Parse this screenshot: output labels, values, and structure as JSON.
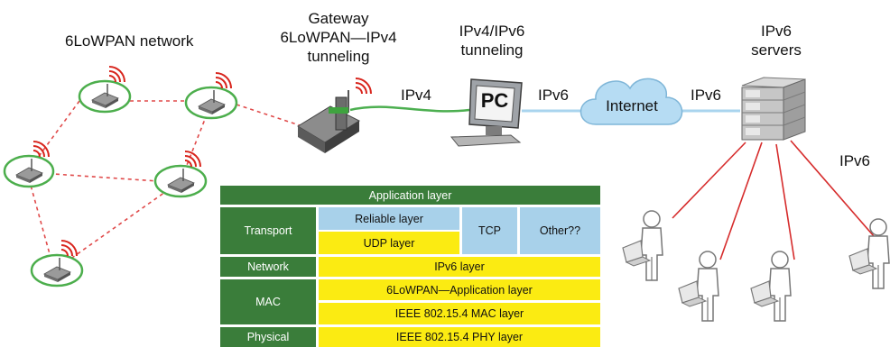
{
  "labels": {
    "network": "6LoWPAN network",
    "gateway": "Gateway\n6LoWPAN—IPv4\ntunneling",
    "tunneling": "IPv4/IPv6\ntunneling",
    "servers": "IPv6\nservers",
    "ipv4": "IPv4",
    "ipv6_pc": "IPv6",
    "ipv6_cloud": "IPv6",
    "ipv6_clients": "IPv6",
    "internet": "Internet",
    "pc": "PC"
  },
  "stack": {
    "application": "Application layer",
    "transport": "Transport",
    "reliable": "Reliable layer",
    "udp": "UDP layer",
    "tcp": "TCP",
    "other": "Other??",
    "network": "Network",
    "ipv6_layer": "IPv6 layer",
    "mac": "MAC",
    "adaptation": "6LoWPAN—Application layer",
    "mac_layer": "IEEE 802.15.4 MAC layer",
    "physical": "Physical",
    "phy_layer": "IEEE 802.15.4 PHY layer"
  },
  "colors": {
    "node_ring": "#4cae4c",
    "mesh_link": "#e04a4a",
    "signal": "#d8241c",
    "ipv4_link": "#4caf50",
    "ipv6_link": "#a9d4ee",
    "client_link": "#d62c2c",
    "stack_green": "#3a7d3a",
    "stack_blue": "#a8d1ea",
    "stack_yellow": "#fbeb12"
  }
}
